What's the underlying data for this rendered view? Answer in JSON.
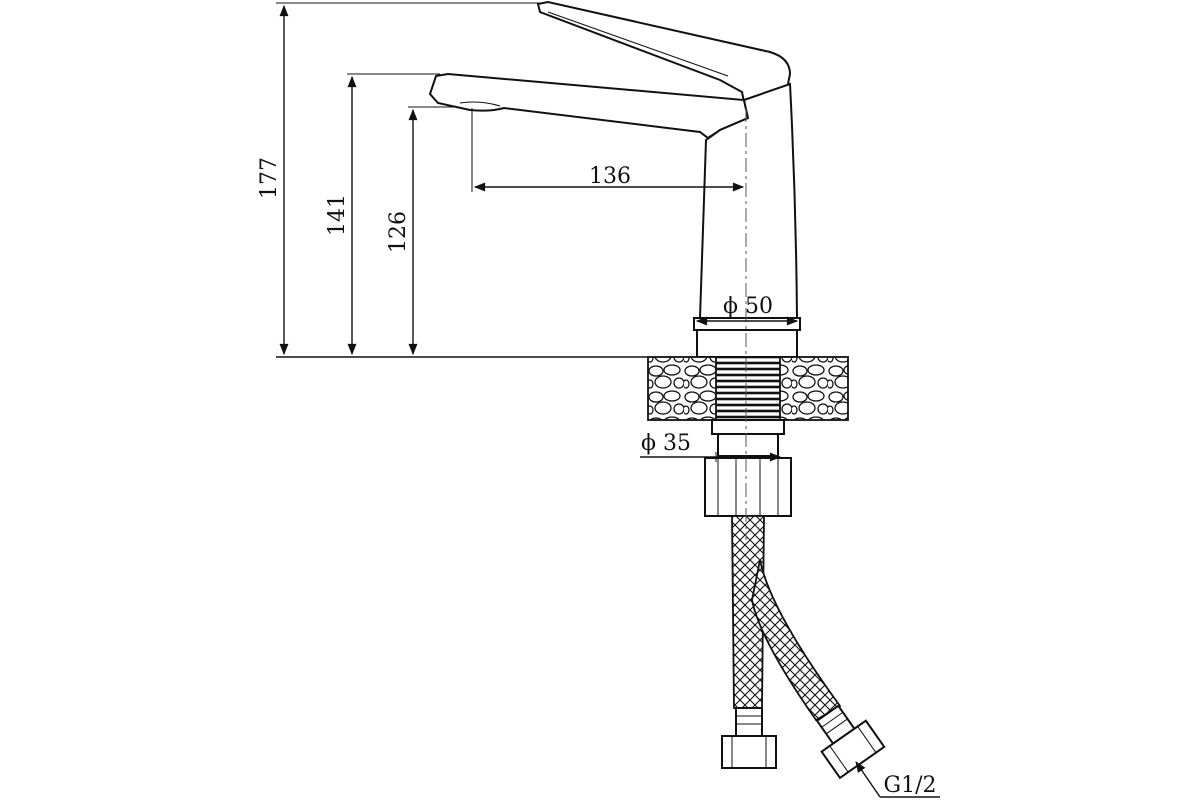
{
  "dimensions": {
    "total_height": "177",
    "handle_height": "141",
    "spout_height": "126",
    "spout_reach": "136",
    "base_diameter": "ϕ 50",
    "shank_diameter": "ϕ 35",
    "hose_thread": "G1/2"
  },
  "colors": {
    "line": "#111111",
    "background": "#ffffff"
  }
}
